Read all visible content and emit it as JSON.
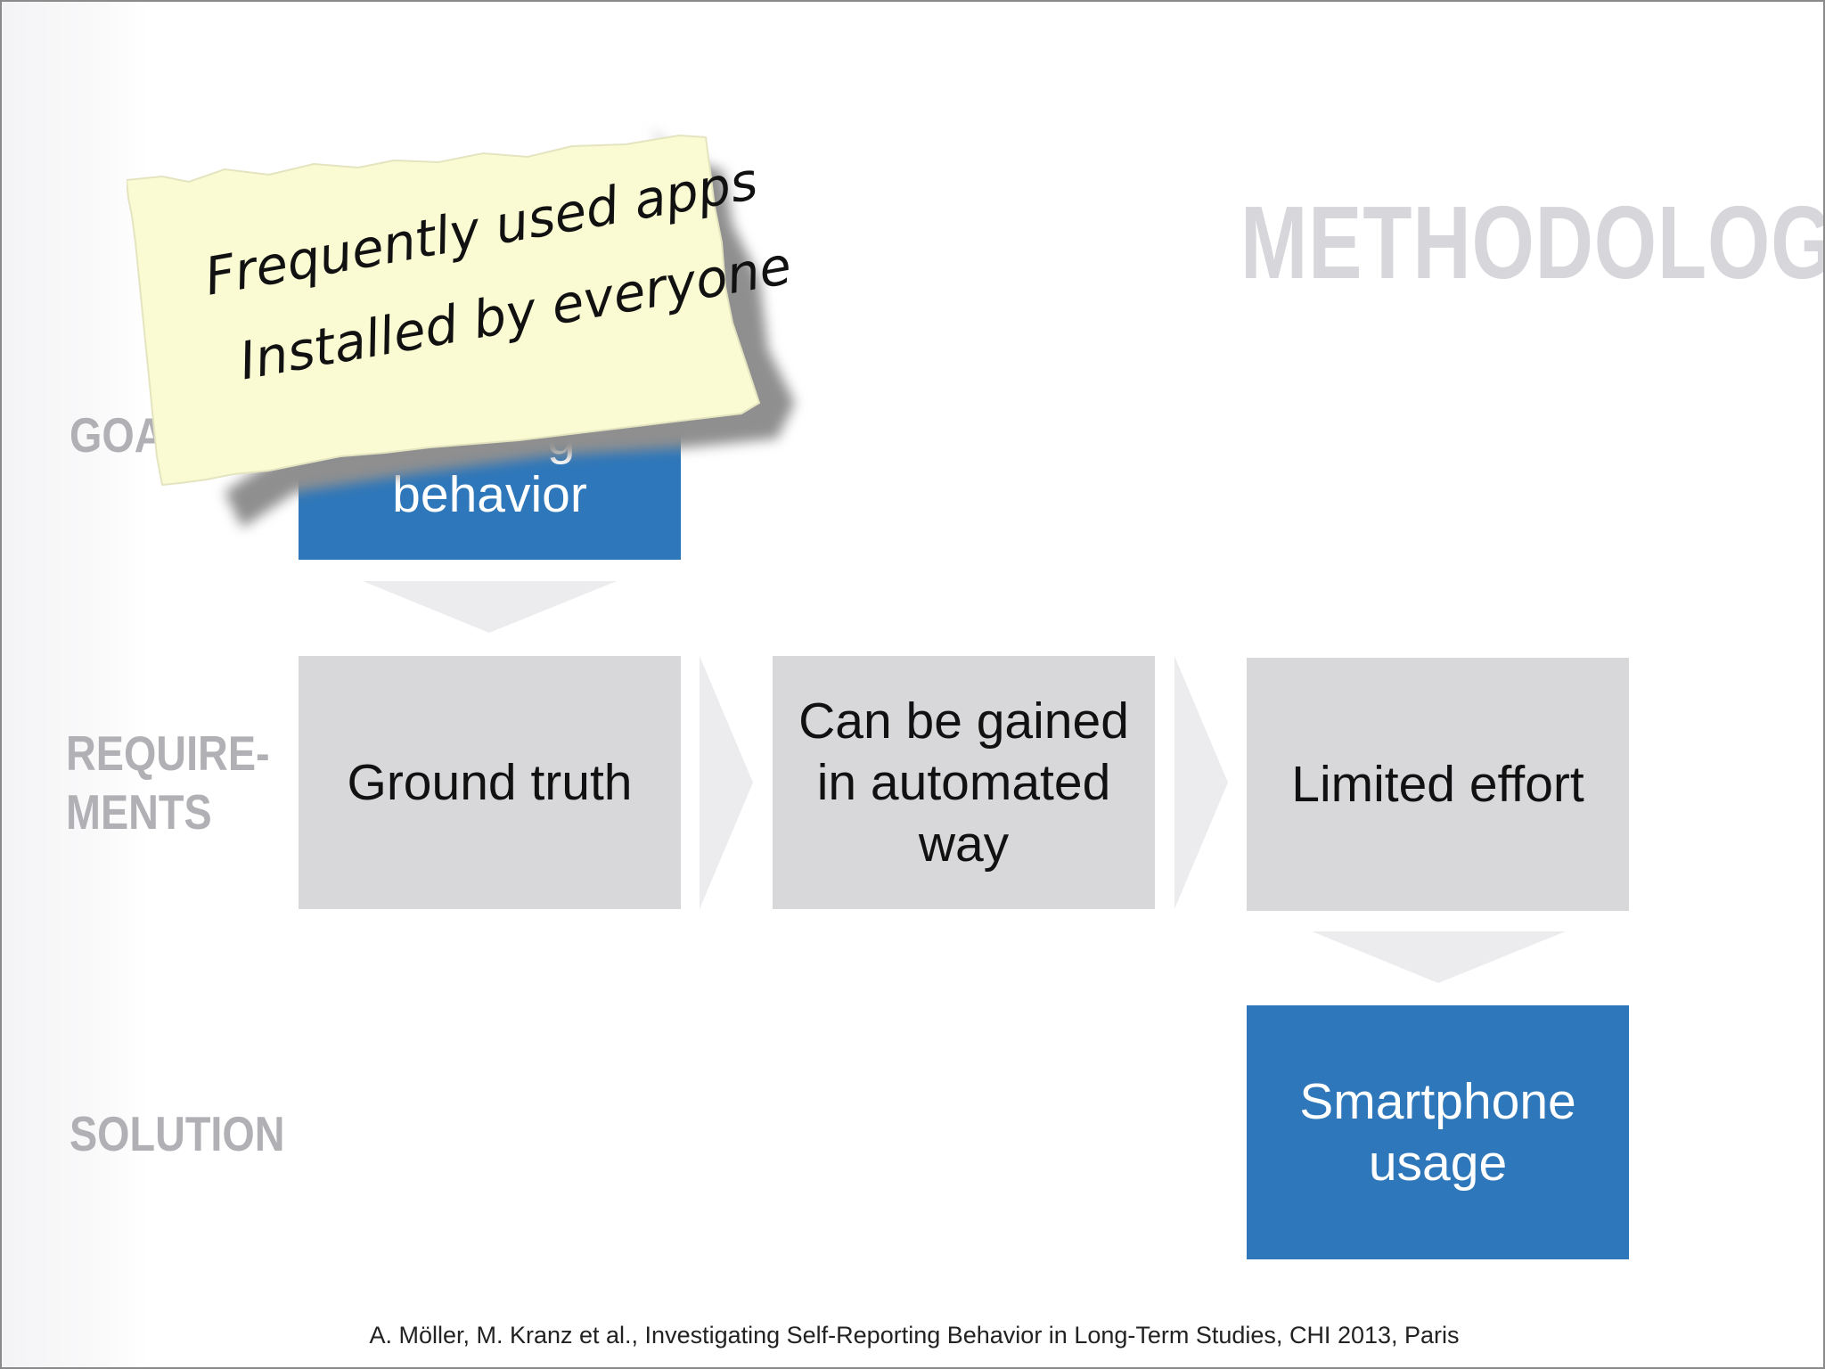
{
  "slide": {
    "title": "METHODOLOGY",
    "row_labels": {
      "goal": "GOAL",
      "requirements": "REQUIRE-\nMENTS",
      "solution": "SOLUTION"
    },
    "goal_box": {
      "visible_text": "behavior",
      "partial_text": "g"
    },
    "requirements": [
      {
        "label": "Ground truth"
      },
      {
        "label": "Can be gained\nin automated\nway"
      },
      {
        "label": "Limited effort"
      }
    ],
    "solution_box": {
      "label": "Smartphone\nusage"
    },
    "sticky_note": {
      "line1": "Frequently used apps",
      "line2": "Installed by everyone"
    },
    "footer": "A. Möller, M. Kranz et al., Investigating Self-Reporting Behavior in Long-Term Studies, CHI 2013, Paris"
  },
  "colors": {
    "blue_box": "#2e77ba",
    "grey_box": "#d8d7da",
    "label_grey": "#b1b0b4",
    "title_grey": "#d7d6da",
    "note_yellow": "#fbfbd3"
  }
}
